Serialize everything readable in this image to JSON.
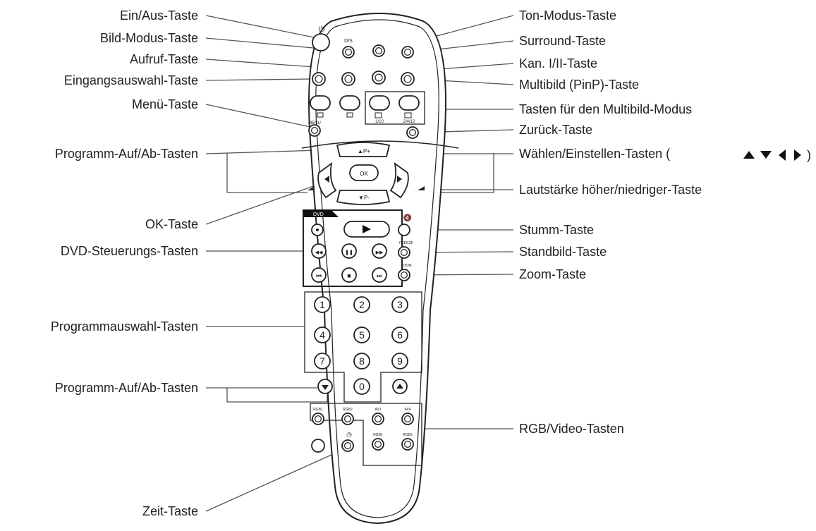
{
  "labels_left": [
    {
      "key": "power",
      "text": "Ein/Aus-Taste"
    },
    {
      "key": "picture_mode",
      "text": "Bild-Modus-Taste"
    },
    {
      "key": "recall",
      "text": "Aufruf-Taste"
    },
    {
      "key": "input_select",
      "text": "Eingangsauswahl-Taste"
    },
    {
      "key": "menu",
      "text": "Menü-Taste"
    },
    {
      "key": "program_up_down_top",
      "text": "Programm-Auf/Ab-Tasten"
    },
    {
      "key": "ok",
      "text": "OK-Taste"
    },
    {
      "key": "dvd_control",
      "text": "DVD-Steuerungs-Tasten"
    },
    {
      "key": "program_select",
      "text": "Programmauswahl-Tasten"
    },
    {
      "key": "program_up_down_bottom",
      "text": "Programm-Auf/Ab-Tasten"
    },
    {
      "key": "time",
      "text": "Zeit-Taste"
    }
  ],
  "labels_right": [
    {
      "key": "sound_mode",
      "text": "Ton-Modus-Taste"
    },
    {
      "key": "surround",
      "text": "Surround-Taste"
    },
    {
      "key": "channel_1_2",
      "text": "Kan. I/II-Taste"
    },
    {
      "key": "multipicture",
      "text": "Multibild (PinP)-Taste"
    },
    {
      "key": "multipicture_mode",
      "text": "Tasten für den Multibild-Modus"
    },
    {
      "key": "back",
      "text": "Zurück-Taste"
    },
    {
      "key": "select_adjust",
      "text": "Wählen/Einstellen-Tasten ("
    },
    {
      "key": "volume",
      "text": "Lautstärke höher/niedriger-Taste"
    },
    {
      "key": "mute",
      "text": "Stumm-Taste"
    },
    {
      "key": "freeze",
      "text": "Standbild-Taste"
    },
    {
      "key": "zoom",
      "text": "Zoom-Taste"
    },
    {
      "key": "rgb_video",
      "text": "RGB/Video-Tasten"
    }
  ],
  "arrow_glyphs": [
    "▲",
    "▼",
    "◀",
    "▶",
    ")"
  ],
  "remote": {
    "power_symbol": "⏻",
    "dual_label": "D/S",
    "menu_label": "MENU",
    "ok_label": "OK",
    "p_up_label": "▲P+",
    "p_down_label": "▼P-",
    "dvd_label": "DVD",
    "mode_label_a": "1/10",
    "mode_label_b": "2/4/12",
    "freeze_label": "FREEZE",
    "zoom_label": "ZOOM",
    "digits": [
      "1",
      "2",
      "3",
      "4",
      "5",
      "6",
      "7",
      "8",
      "9",
      "0"
    ],
    "rgb_labels": [
      "RGB1",
      "RGB2",
      "AV3",
      "AV4",
      "RGB1",
      "RGB2"
    ]
  }
}
